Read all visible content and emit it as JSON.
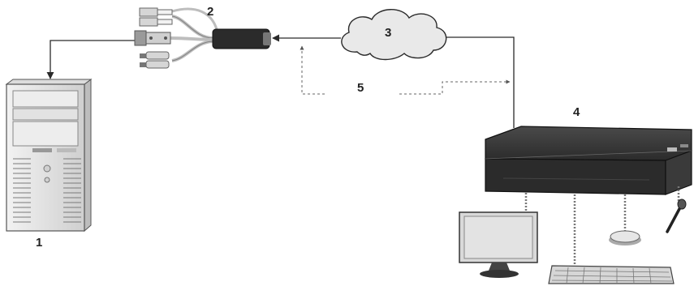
{
  "callouts": {
    "computer": "1",
    "kvm_adapter": "2",
    "network": "3",
    "kvm_switch": "4",
    "optional_link": "5"
  },
  "colors": {
    "line": "#2a2a2a",
    "device_dark": "#2b2b2b",
    "device_light": "#e6e6e6",
    "cloud_fill": "#e9e9e9"
  }
}
